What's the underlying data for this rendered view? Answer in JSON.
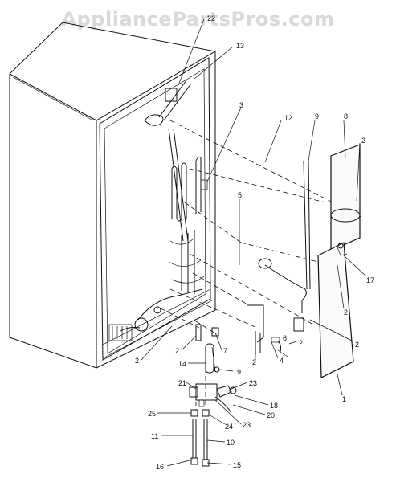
{
  "watermark": "AppliancePartsPros.com",
  "callouts": [
    {
      "id": "22",
      "text": "22"
    },
    {
      "id": "13",
      "text": "13"
    },
    {
      "id": "3",
      "text": "3"
    },
    {
      "id": "12",
      "text": "12"
    },
    {
      "id": "9",
      "text": "9"
    },
    {
      "id": "8",
      "text": "8"
    },
    {
      "id": "2a",
      "text": "2"
    },
    {
      "id": "5",
      "text": "5"
    },
    {
      "id": "17",
      "text": "17"
    },
    {
      "id": "2b",
      "text": "2"
    },
    {
      "id": "2c",
      "text": "2"
    },
    {
      "id": "4",
      "text": "4"
    },
    {
      "id": "6",
      "text": "6"
    },
    {
      "id": "2d",
      "text": "2"
    },
    {
      "id": "2e",
      "text": "2"
    },
    {
      "id": "2f",
      "text": "2"
    },
    {
      "id": "7",
      "text": "7"
    },
    {
      "id": "2g",
      "text": "2"
    },
    {
      "id": "14",
      "text": "14"
    },
    {
      "id": "19",
      "text": "19"
    },
    {
      "id": "21",
      "text": "21"
    },
    {
      "id": "23a",
      "text": "23"
    },
    {
      "id": "18",
      "text": "18"
    },
    {
      "id": "1",
      "text": "1"
    },
    {
      "id": "25",
      "text": "25"
    },
    {
      "id": "20",
      "text": "20"
    },
    {
      "id": "24",
      "text": "24"
    },
    {
      "id": "23b",
      "text": "23"
    },
    {
      "id": "11",
      "text": "11"
    },
    {
      "id": "10",
      "text": "10"
    },
    {
      "id": "16",
      "text": "16"
    },
    {
      "id": "15",
      "text": "15"
    }
  ]
}
